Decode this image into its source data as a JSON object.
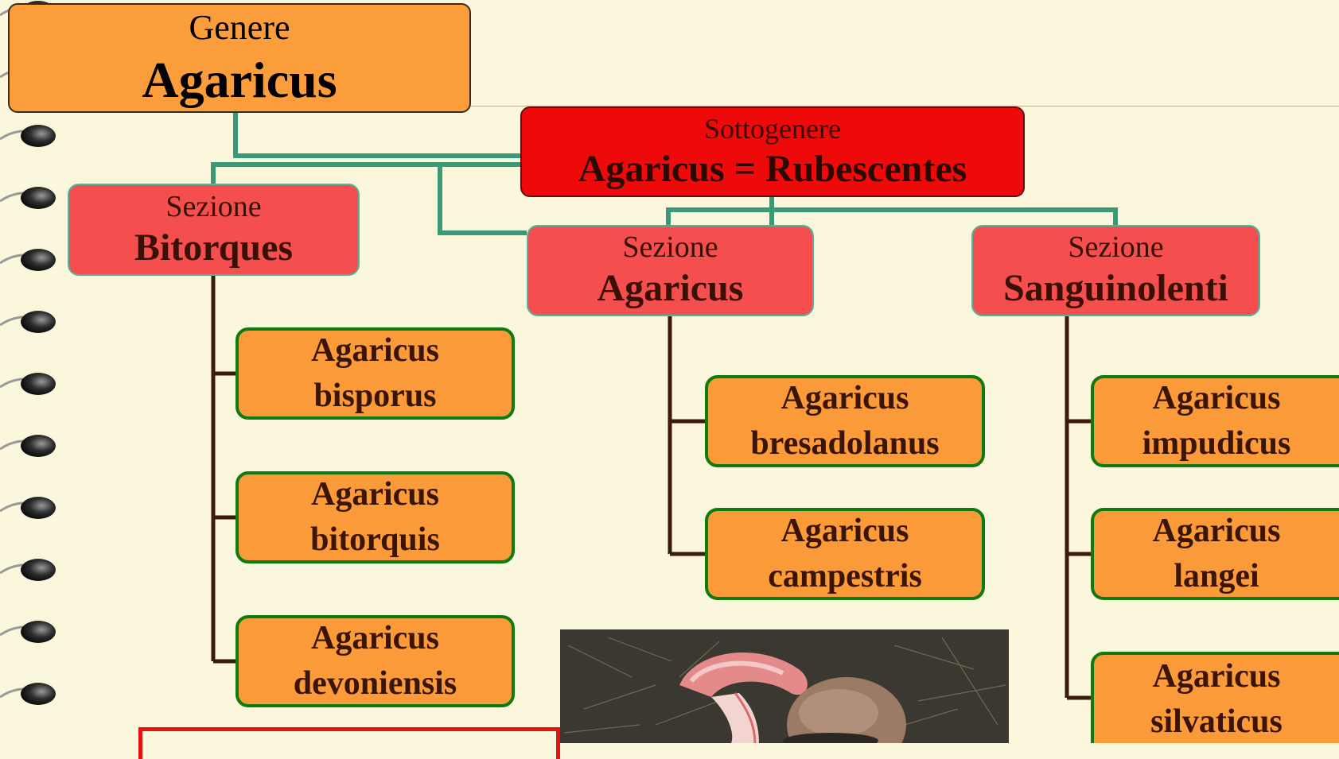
{
  "genus": {
    "rank": "Genere",
    "name": "Agaricus"
  },
  "subgenus": {
    "rank": "Sottogenere",
    "name": "Agaricus = Rubescentes"
  },
  "sections": [
    {
      "rank": "Sezione",
      "name": "Bitorques"
    },
    {
      "rank": "Sezione",
      "name": "Agaricus"
    },
    {
      "rank": "Sezione",
      "name": "Sanguinolenti"
    }
  ],
  "species": {
    "bitorques": [
      {
        "genus": "Agaricus",
        "epithet": "bisporus"
      },
      {
        "genus": "Agaricus",
        "epithet": "bitorquis"
      },
      {
        "genus": "Agaricus",
        "epithet": "devoniensis"
      }
    ],
    "agaricus": [
      {
        "genus": "Agaricus",
        "epithet": "bresadolanus"
      },
      {
        "genus": "Agaricus",
        "epithet": "campestris"
      }
    ],
    "sanguinolenti": [
      {
        "genus": "Agaricus",
        "epithet": "impudicus"
      },
      {
        "genus": "Agaricus",
        "epithet": "langei"
      },
      {
        "genus": "Agaricus",
        "epithet": "silvaticus"
      }
    ]
  },
  "colors": {
    "background": "#faf7dc",
    "genus_fill": "#fa9d3a",
    "subgenus_fill": "#ee0a0a",
    "section_fill": "#f44e4e",
    "species_fill": "#fa9a38",
    "species_border": "#0f7a0f",
    "connector_green": "#3a9a78",
    "connector_brown": "#3a1c08"
  }
}
